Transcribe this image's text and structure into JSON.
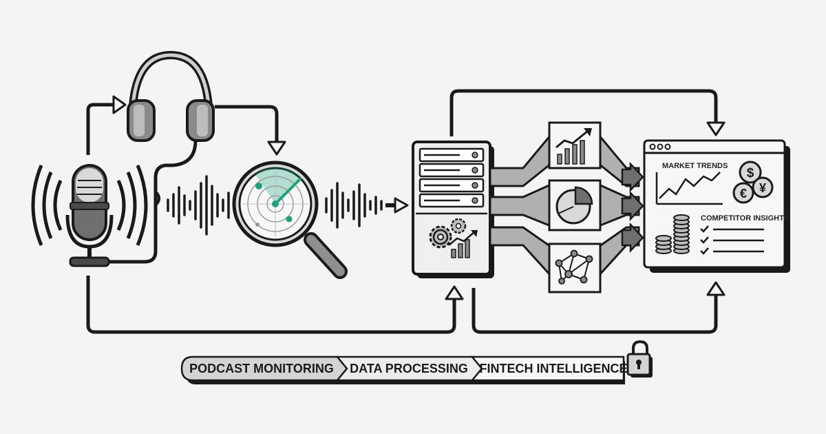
{
  "dashboard": {
    "market_trends_label": "MARKET TRENDS",
    "competitor_insights_label": "COMPETITOR INSIGHTS"
  },
  "pipeline": {
    "steps": [
      {
        "label": "PODCAST MONITORING"
      },
      {
        "label": "DATA PROCESSING"
      },
      {
        "label": "FINTECH INTELLIGENCE"
      }
    ]
  },
  "currency_symbols": [
    "$",
    "€",
    "¥"
  ],
  "colors": {
    "accent": "#1aa37a",
    "outline": "#1a1a1a",
    "fill_light": "#ececec",
    "fill_mid": "#bdbdbd",
    "fill_dark": "#6f6f6f",
    "background": "#f4f4f4"
  }
}
